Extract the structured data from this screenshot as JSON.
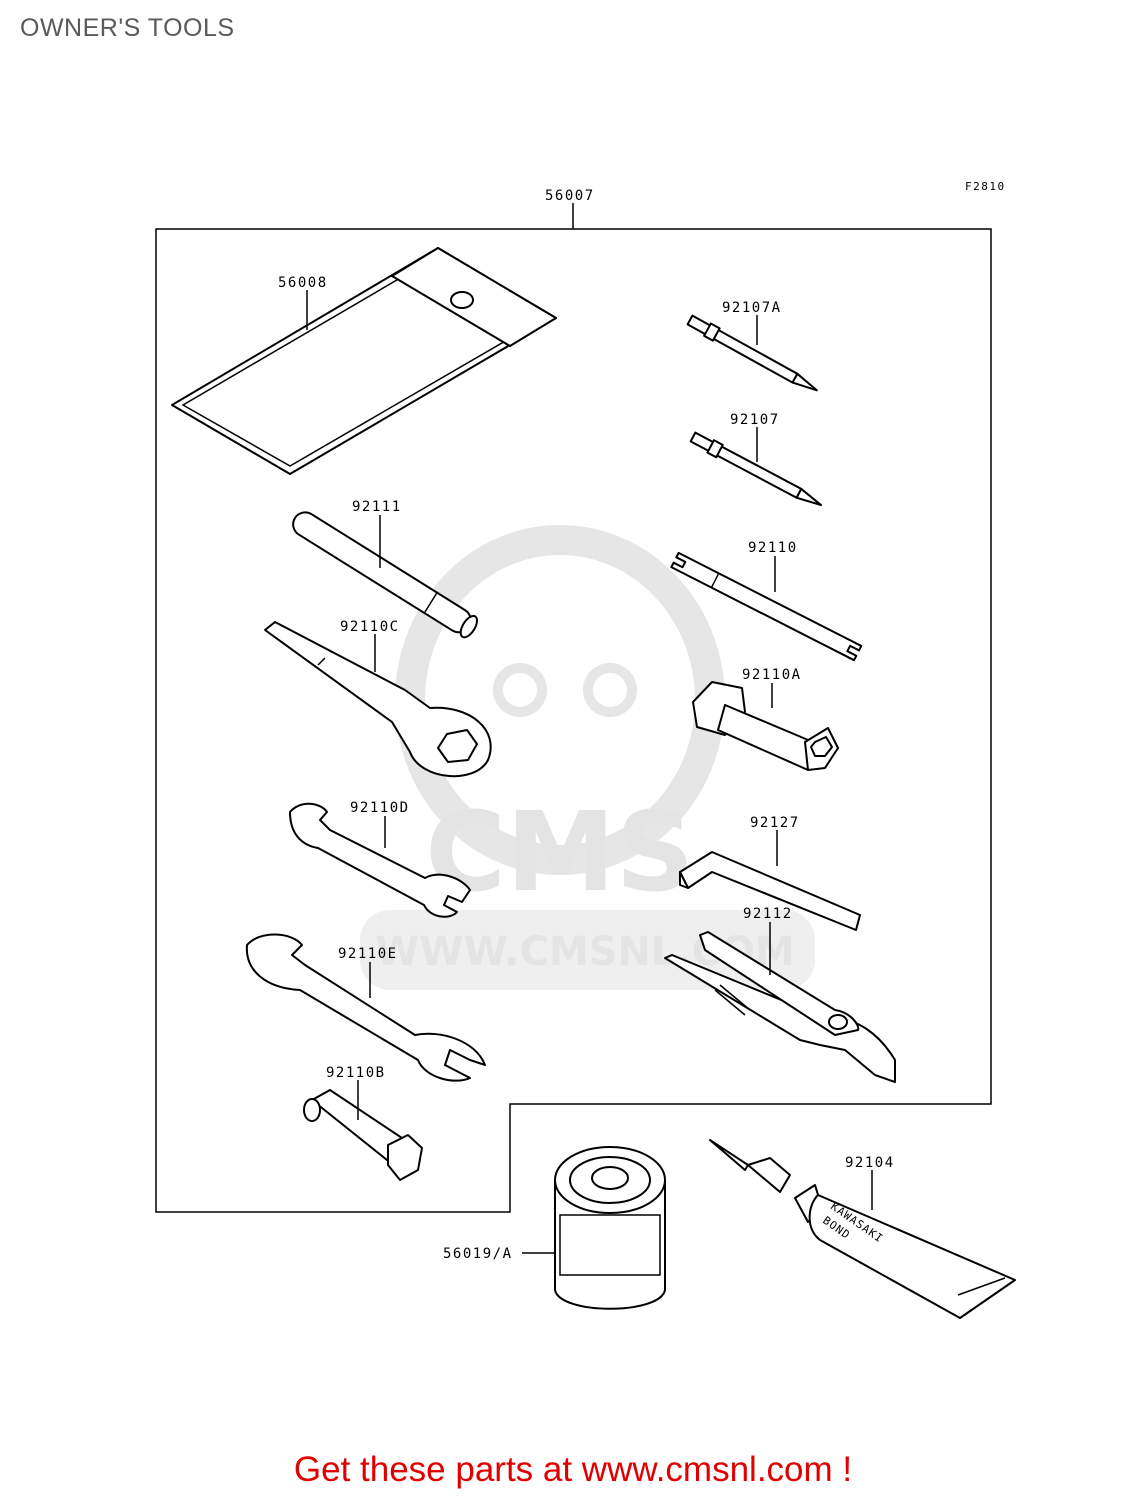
{
  "title": "OWNER'S TOOLS",
  "figure_code": "F2810",
  "watermark": {
    "brand": "CMS",
    "url": "WWW.CMSNL.COM"
  },
  "parts": [
    {
      "id": "kit",
      "number": "56007"
    },
    {
      "id": "pouch",
      "number": "56008"
    },
    {
      "id": "screwdriver-bit-a",
      "number": "92107A"
    },
    {
      "id": "screwdriver-bit",
      "number": "92107"
    },
    {
      "id": "handle-bar",
      "number": "92111"
    },
    {
      "id": "spoke-wrench",
      "number": "92110"
    },
    {
      "id": "ring-wrench",
      "number": "92110C"
    },
    {
      "id": "socket-extension",
      "number": "92110A"
    },
    {
      "id": "wrench-d",
      "number": "92110D"
    },
    {
      "id": "hex-key",
      "number": "92127"
    },
    {
      "id": "pliers",
      "number": "92112"
    },
    {
      "id": "wrench-e",
      "number": "92110E"
    },
    {
      "id": "socket-b",
      "number": "92110B"
    },
    {
      "id": "bond-tube",
      "number": "92104"
    },
    {
      "id": "oil-filter",
      "number": "56019/A"
    }
  ],
  "tube_text": {
    "line1": "KAWASAKI",
    "line2": "BOND"
  },
  "footer": "Get these parts at www.cmsnl.com !"
}
